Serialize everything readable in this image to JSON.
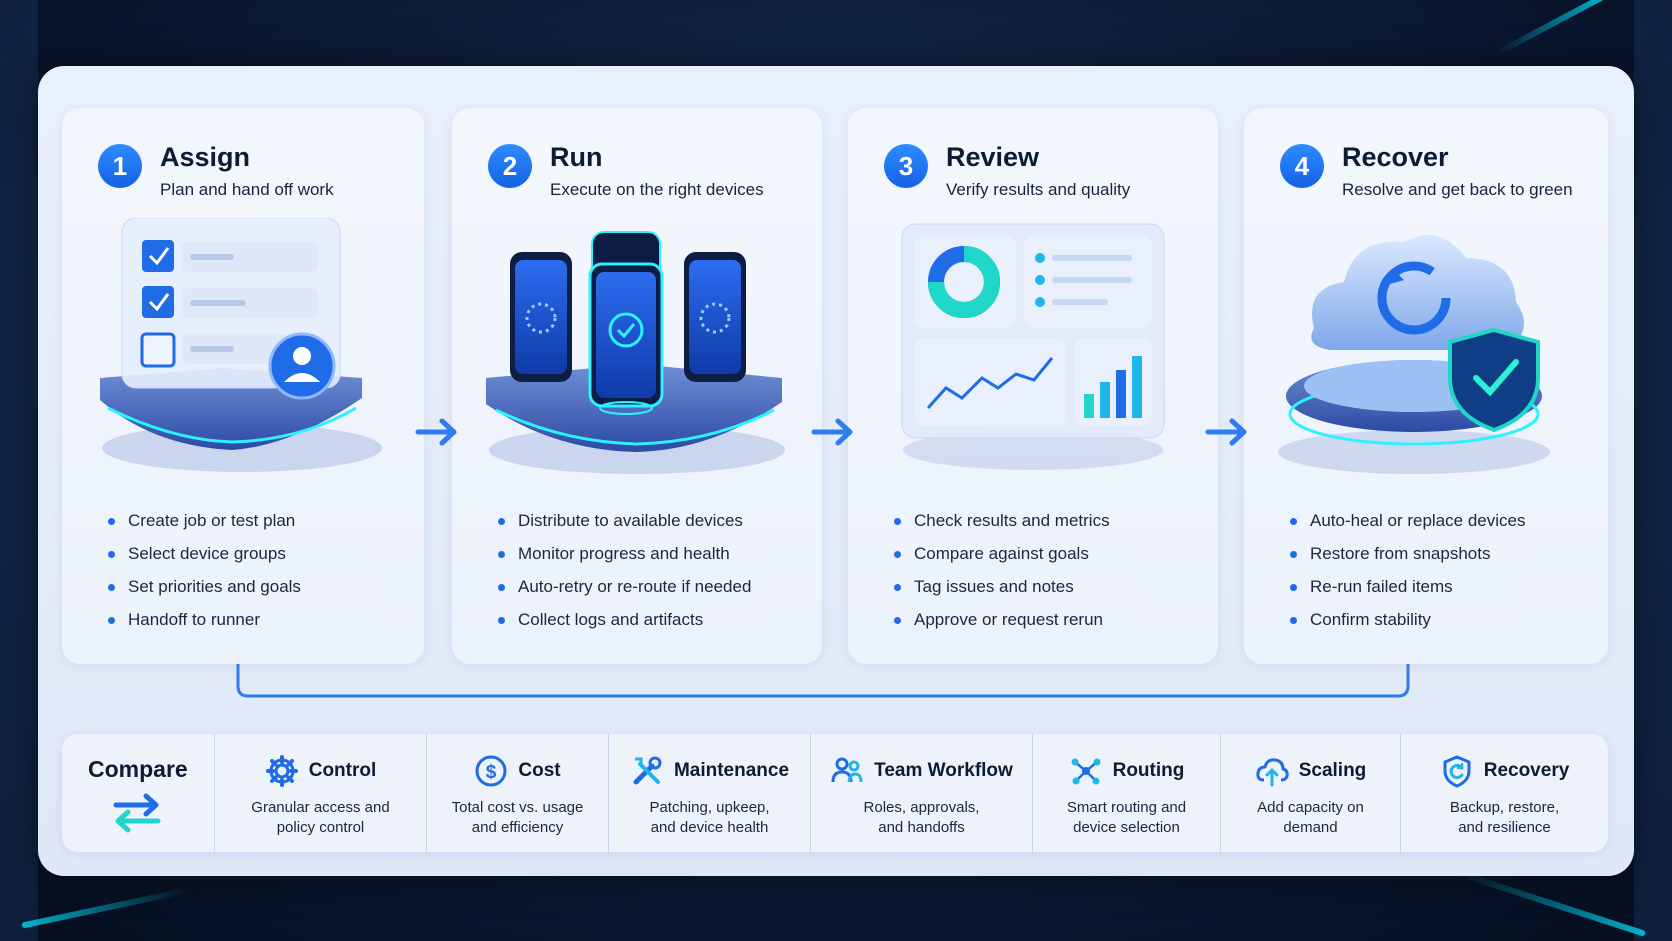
{
  "steps": [
    {
      "number": "1",
      "title": "Assign",
      "subtitle": "Plan and hand off work",
      "bullets": [
        "Create job or test plan",
        "Select device groups",
        "Set priorities and goals",
        "Handoff to runner"
      ]
    },
    {
      "number": "2",
      "title": "Run",
      "subtitle": "Execute on the right devices",
      "bullets": [
        "Distribute to available devices",
        "Monitor progress and health",
        "Auto-retry or re-route if needed",
        "Collect logs and artifacts"
      ]
    },
    {
      "number": "3",
      "title": "Review",
      "subtitle": "Verify results and quality",
      "bullets": [
        "Check results and metrics",
        "Compare against goals",
        "Tag issues and notes",
        "Approve or request rerun"
      ]
    },
    {
      "number": "4",
      "title": "Recover",
      "subtitle": "Resolve and get back to green",
      "bullets": [
        "Auto-heal or replace devices",
        "Restore from snapshots",
        "Re-run failed items",
        "Confirm stability"
      ]
    }
  ],
  "compare": {
    "label": "Compare",
    "icon": "swap-arrows-icon",
    "items": [
      {
        "name": "Control",
        "icon": "gear-icon",
        "desc_line1": "Granular access and",
        "desc_line2": "policy control"
      },
      {
        "name": "Cost",
        "icon": "dollar-icon",
        "desc_line1": "Total cost vs. usage",
        "desc_line2": "and efficiency"
      },
      {
        "name": "Maintenance",
        "icon": "tools-icon",
        "desc_line1": "Patching, upkeep,",
        "desc_line2": "and device health"
      },
      {
        "name": "Team Workflow",
        "icon": "team-icon",
        "desc_line1": "Roles, approvals,",
        "desc_line2": "and handoffs"
      },
      {
        "name": "Routing",
        "icon": "network-icon",
        "desc_line1": "Smart routing and",
        "desc_line2": "device selection"
      },
      {
        "name": "Scaling",
        "icon": "cloud-upload-icon",
        "desc_line1": "Add capacity on",
        "desc_line2": "demand"
      },
      {
        "name": "Recovery",
        "icon": "shield-refresh-icon",
        "desc_line1": "Backup, restore,",
        "desc_line2": "and resilience"
      }
    ]
  },
  "colors": {
    "accent": "#1f6be8",
    "teal": "#1fd6c8",
    "text": "#0d1b34"
  }
}
